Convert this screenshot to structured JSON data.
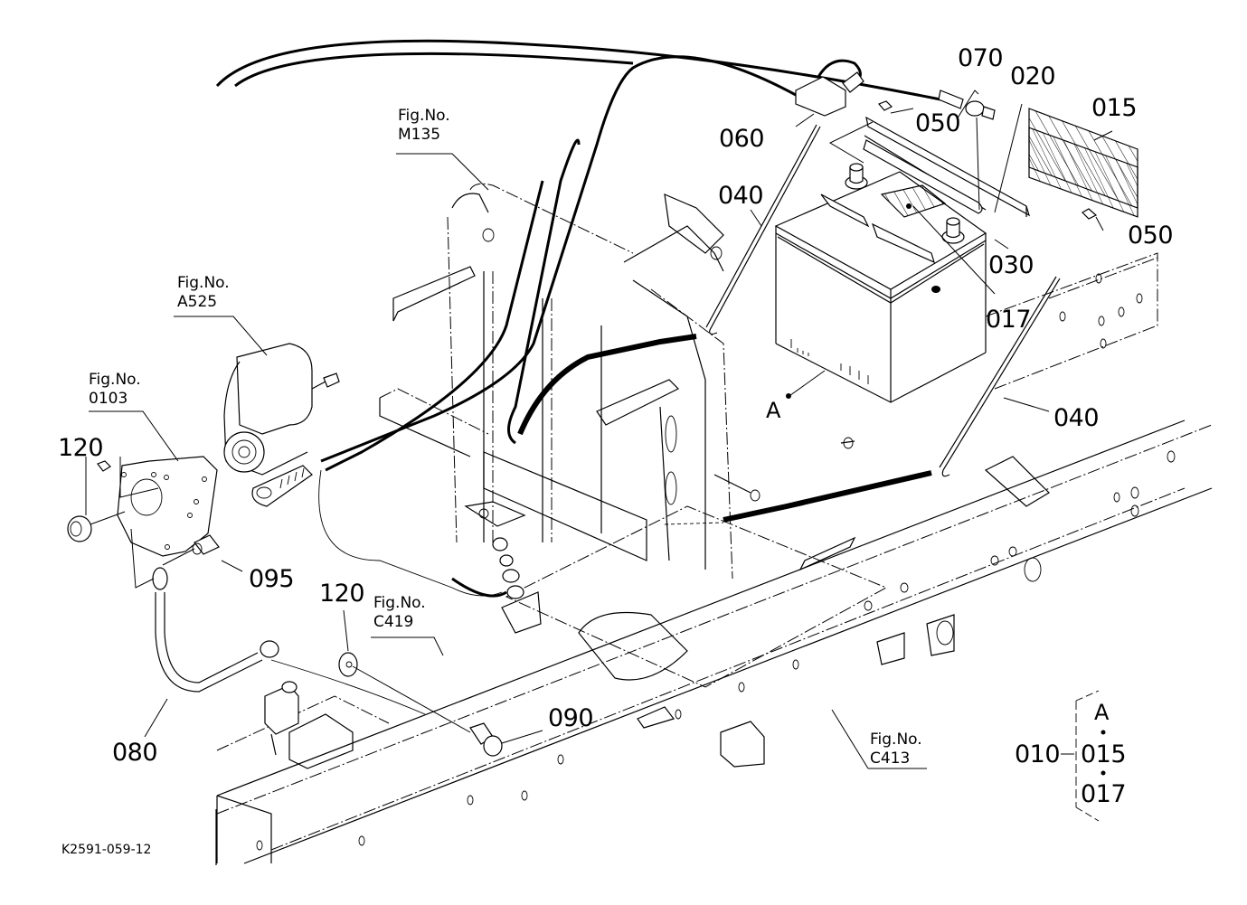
{
  "diagram": {
    "title_code": "K2591-059-12",
    "figure_refs": [
      {
        "id": "M135",
        "prefix": "Fig.No.",
        "number": "M135"
      },
      {
        "id": "A525",
        "prefix": "Fig.No.",
        "number": "A525"
      },
      {
        "id": "0103",
        "prefix": "Fig.No.",
        "number": "0103"
      },
      {
        "id": "C419",
        "prefix": "Fig.No.",
        "number": "C419"
      },
      {
        "id": "C413",
        "prefix": "Fig.No.",
        "number": "C413"
      }
    ],
    "part_labels": {
      "p070": "070",
      "p020": "020",
      "p015": "015",
      "p060": "060",
      "p050_top": "050",
      "p050_right": "050",
      "p040_top": "040",
      "p040_right": "040",
      "p030": "030",
      "p017": "017",
      "p120_left": "120",
      "p095": "095",
      "p120_mid": "120",
      "p090": "090",
      "p080": "080"
    },
    "callout_A": "A",
    "assembly_legend": {
      "parent": "010",
      "header": "A",
      "children": [
        "015",
        "017"
      ]
    }
  }
}
